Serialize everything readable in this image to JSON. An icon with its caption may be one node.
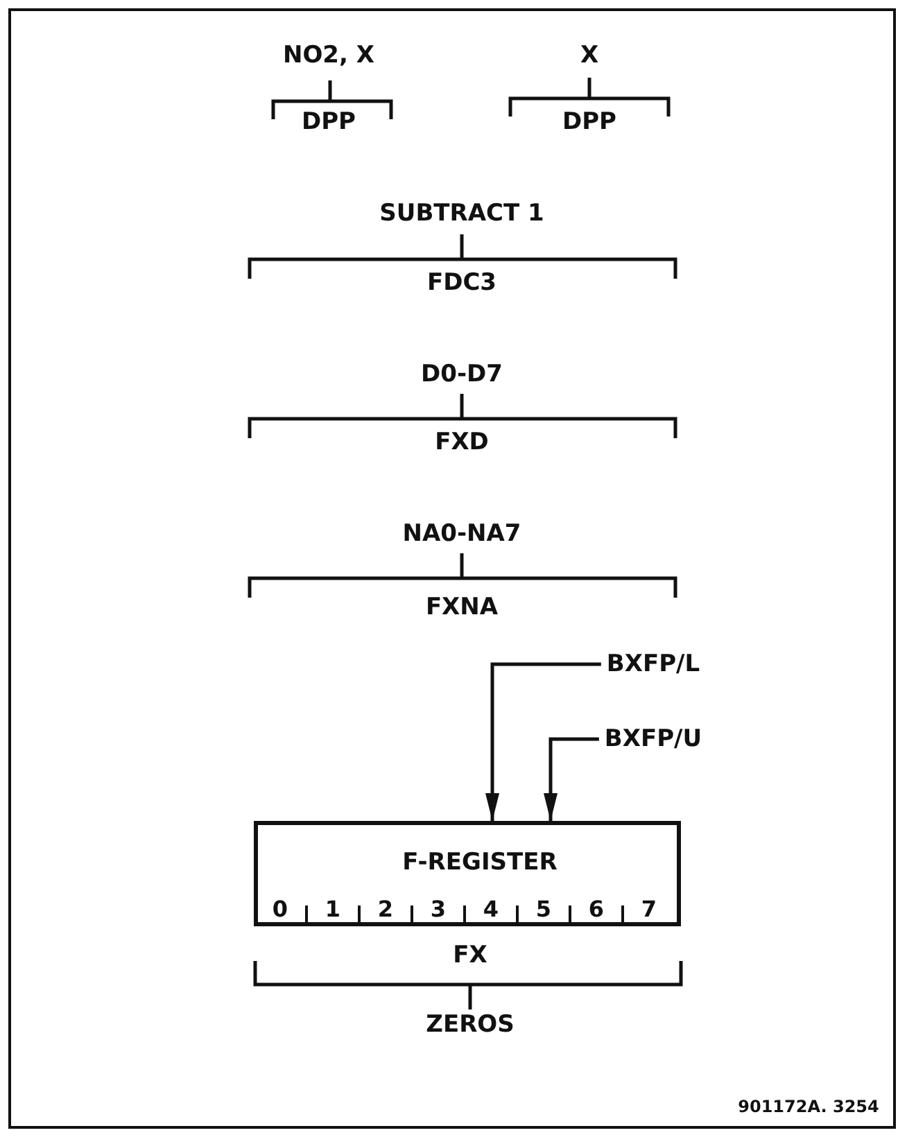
{
  "diagram": {
    "nodes": [
      {
        "text": [
          "BXFP/L"
        ]
      },
      {
        "text": [
          "BXFP/U"
        ]
      },
      {
        "text": [
          "F-REGISTER",
          "0",
          "1",
          "2",
          "3",
          "4",
          "5",
          "6",
          "7"
        ]
      }
    ],
    "edges": [
      {
        "from": 0,
        "to": 2,
        "arrow": "to"
      },
      {
        "from": 1,
        "to": 2,
        "arrow": "to"
      }
    ],
    "labels": [
      "NO2, X",
      "X",
      "DPP",
      "DPP",
      "SUBTRACT 1",
      "FDC3",
      "D0-D7",
      "FXD",
      "NA0-NA7",
      "FXNA",
      "FX",
      "ZEROS",
      "901172A. 3254"
    ]
  }
}
